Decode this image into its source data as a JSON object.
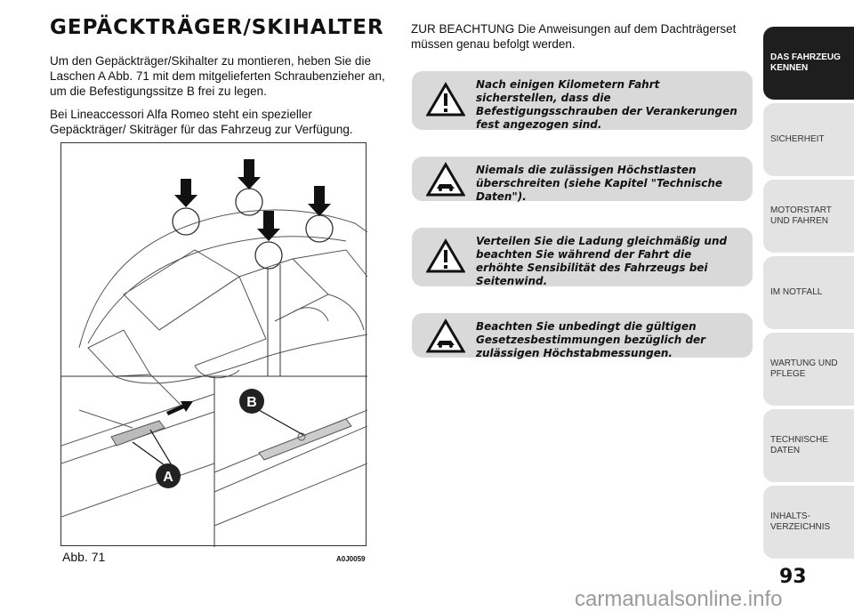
{
  "heading": "GEPÄCKTRÄGER/SKIHALTER",
  "paragraphs": [
    "Um den Gepäckträger/Skihalter zu montieren, heben Sie die Laschen A Abb. 71 mit dem mitgelieferten Schraubenzieher an, um die Befestigungssitze B frei zu legen.",
    "Bei Lineaccessori Alfa Romeo steht ein spezieller Gepäckträger/ Skiträger für das Fahrzeug zur Verfügung."
  ],
  "figure": {
    "caption": "Abb. 71",
    "code": "A0J0059",
    "label_a": "A",
    "label_b": "B"
  },
  "note": "ZUR BEACHTUNG Die Anweisungen auf dem Dachträgerset müssen genau befolgt werden.",
  "warnings": [
    {
      "icon": "warning-triangle-icon",
      "text": "Nach einigen Kilometern Fahrt sicherstellen, dass die Befestigungsschrauben der Verankerungen fest angezogen sind."
    },
    {
      "icon": "car-triangle-icon",
      "text": "Niemals die zulässigen Höchstlasten überschreiten (siehe Kapitel \"Technische Daten\")."
    },
    {
      "icon": "warning-triangle-icon",
      "text": "Verteilen Sie die Ladung gleichmäßig und beachten Sie während der Fahrt die erhöhte Sensibilität des Fahrzeugs bei Seitenwind."
    },
    {
      "icon": "car-triangle-icon",
      "text": "Beachten Sie unbedingt die gültigen Gesetzesbestimmungen bezüglich der zulässigen Höchstabmessungen."
    }
  ],
  "sidebar": {
    "tabs": [
      {
        "label": "DAS FAHRZEUG KENNEN",
        "active": true
      },
      {
        "label": "SICHERHEIT",
        "active": false
      },
      {
        "label": "MOTORSTART UND FAHREN",
        "active": false
      },
      {
        "label": "IM NOTFALL",
        "active": false
      },
      {
        "label": "WARTUNG UND PFLEGE",
        "active": false
      },
      {
        "label": "TECHNISCHE DATEN",
        "active": false
      },
      {
        "label": "INHALTS- VERZEICHNIS",
        "active": false
      }
    ]
  },
  "page_number": "93",
  "watermark": "carmanualsonline.info",
  "colors": {
    "box": "#d9d9d9",
    "active_tab": "#1e1e1e",
    "tab": "#e3e3e3"
  }
}
